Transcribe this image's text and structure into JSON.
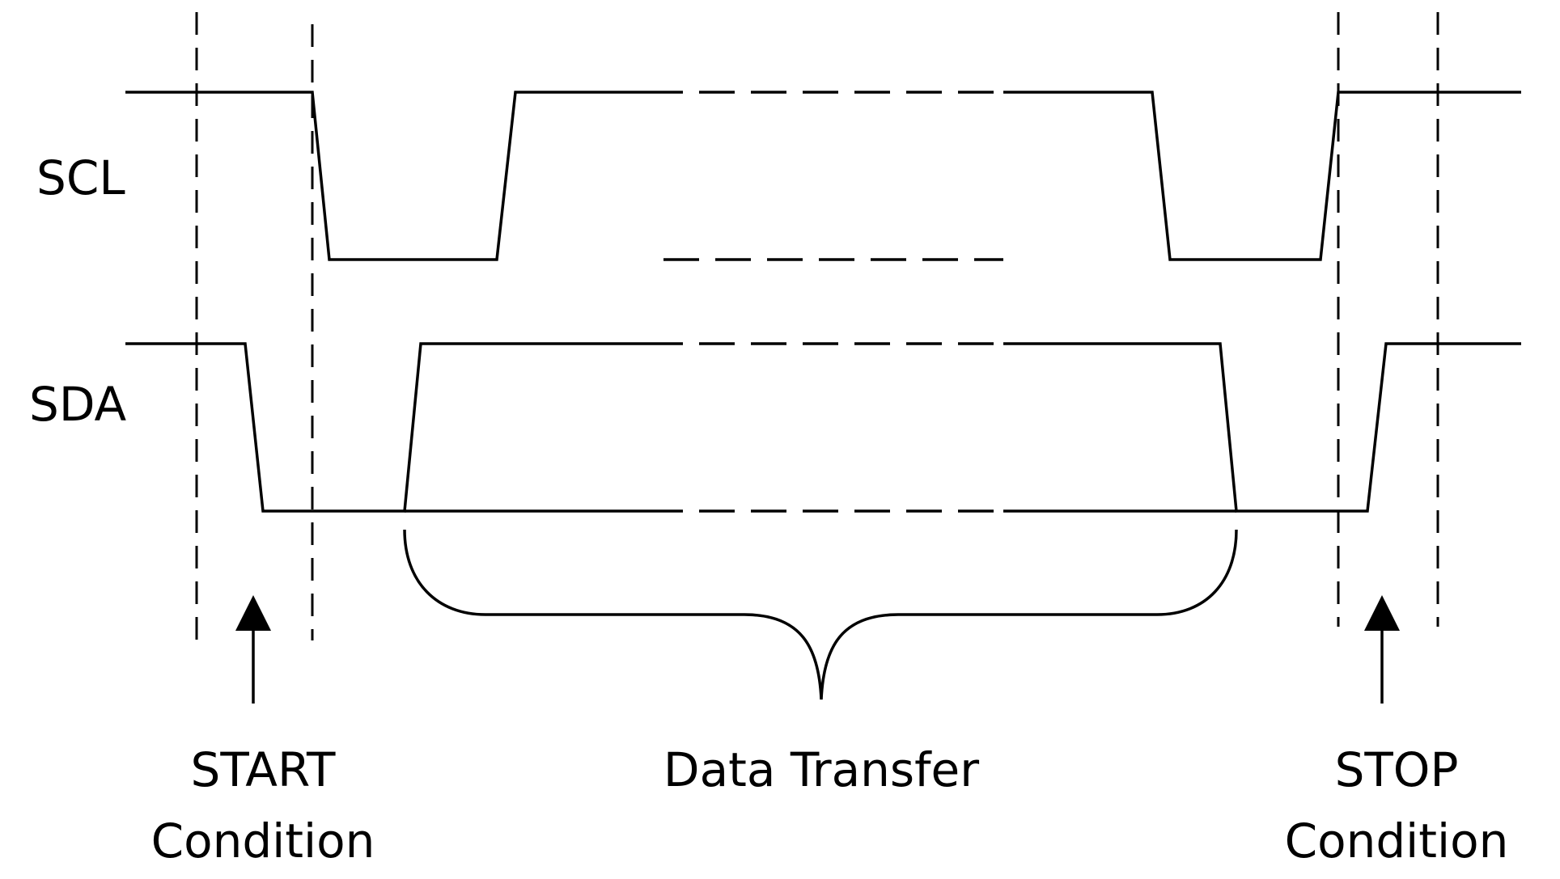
{
  "signals": {
    "scl": "SCL",
    "sda": "SDA"
  },
  "conditions": {
    "start": {
      "line1": "START",
      "line2": "Condition"
    },
    "data": {
      "label": "Data Transfer"
    },
    "stop": {
      "line1": "STOP",
      "line2": "Condition"
    }
  },
  "colors": {
    "line": "#000000",
    "background": "#ffffff"
  }
}
